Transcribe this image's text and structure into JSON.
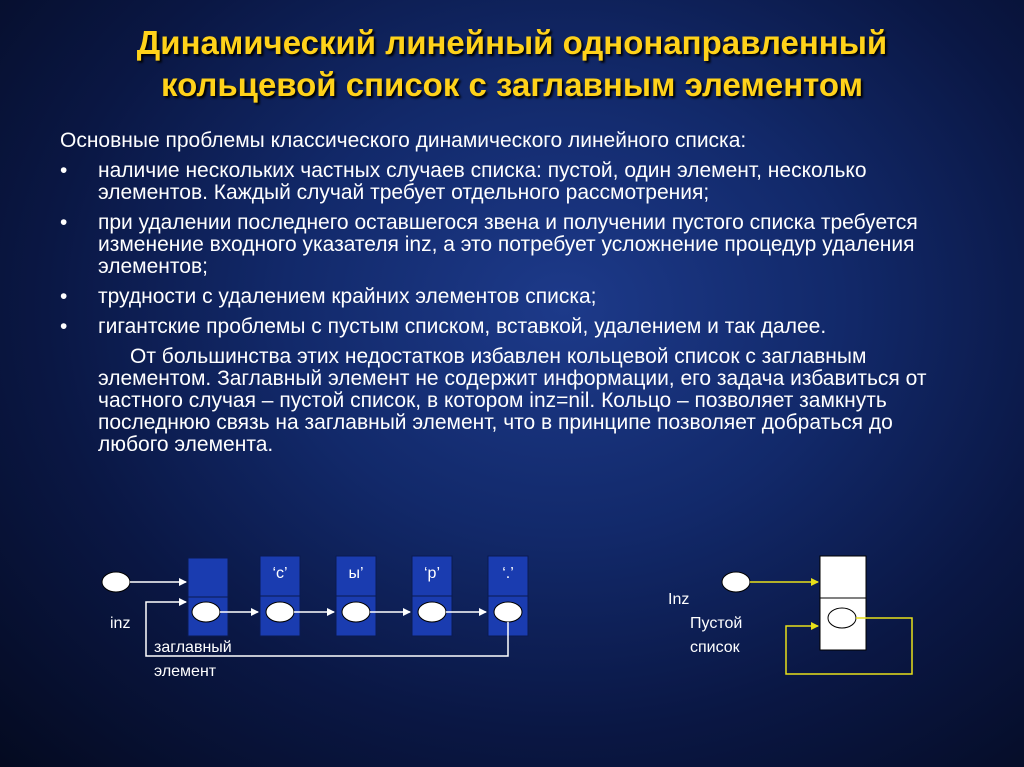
{
  "slide": {
    "title_line1": "Динамический линейный однонаправленный",
    "title_line2": "кольцевой список с заглавным элементом",
    "intro": "Основные проблемы классического динамического линейного списка:",
    "bullet_marker": "•",
    "bullets": [
      "наличие нескольких частных случаев списка: пустой, один элемент, несколько элементов. Каждый случай требует отдельного рассмотрения;",
      "при удалении последнего оставшегося звена и получении пустого списка требуется изменение входного указателя inz, а это потребует усложнение процедур удаления элементов;",
      "трудности с удалением крайних элементов списка;",
      "гигантские проблемы с пустым списком, вставкой, удалением и так далее."
    ],
    "conclusion": "От большинства этих недостатков избавлен кольцевой список с заглавным элементом. Заглавный элемент не содержит информации, его задача избавиться от частного случая – пустой список, в котором inz=nil. Кольцо – позволяет замкнуть последнюю связь на заглавный элемент, что в принципе позволяет добраться до любого элемента."
  },
  "diagram_left": {
    "pointer_label": "inz",
    "header_label_line1": "заглавный",
    "header_label_line2": "элемент",
    "node_values": [
      "‘с’",
      "ы’",
      "‘р’",
      "‘.’"
    ]
  },
  "diagram_right": {
    "pointer_label": "Inz",
    "caption_line1": "Пустой",
    "caption_line2": "список"
  },
  "colors": {
    "title": "#ffd21a",
    "text": "#ffffff",
    "node_fill": "#1a3cb0",
    "arrow_white": "#ffffff",
    "arrow_yellow": "#e8e01a"
  }
}
